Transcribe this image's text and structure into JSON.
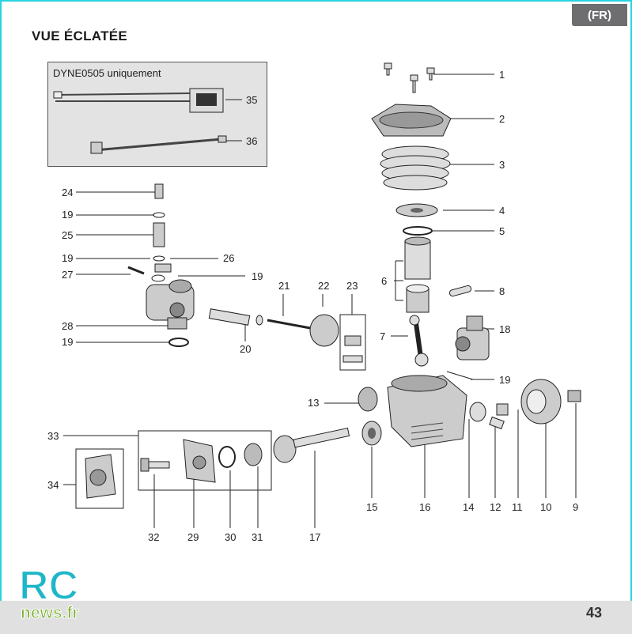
{
  "header": {
    "lang_tab": "(FR)",
    "title": "VUE ÉCLATÉE"
  },
  "inset": {
    "label": "DYNE0505 uniquement"
  },
  "parts": [
    "1",
    "2",
    "3",
    "4",
    "5",
    "6",
    "7",
    "8",
    "9",
    "10",
    "11",
    "12",
    "13",
    "14",
    "15",
    "16",
    "17",
    "18",
    "19",
    "20",
    "21",
    "22",
    "23",
    "24",
    "25",
    "26",
    "27",
    "28",
    "29",
    "30",
    "31",
    "32",
    "33",
    "34",
    "35",
    "36"
  ],
  "footer": {
    "page_number": "43",
    "logo_text_top": "RC",
    "logo_text_bottom": "news.fr"
  },
  "colors": {
    "frame": "#29d3e0",
    "tab": "#6e6e70",
    "logo_teal": "#1fb6c8",
    "logo_green": "#7ab32e"
  }
}
